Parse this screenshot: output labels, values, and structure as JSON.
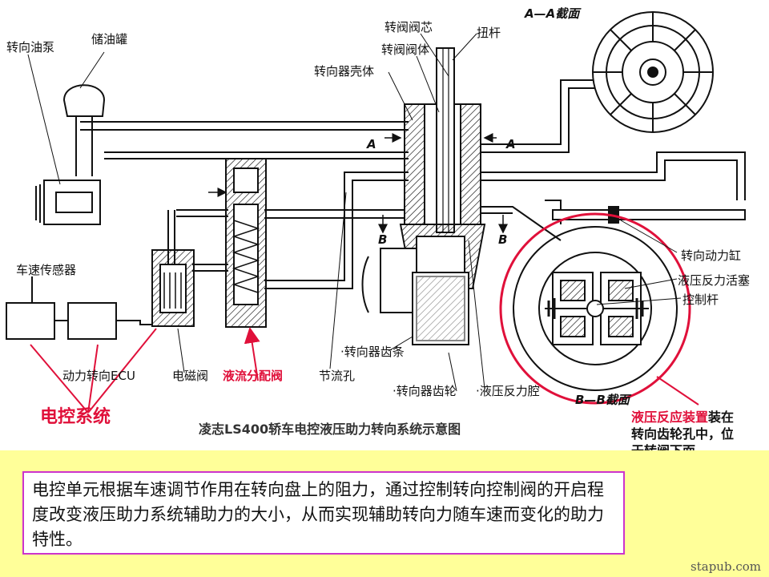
{
  "labels": {
    "steering_pump": "转向油泵",
    "reservoir": "储油罐",
    "valve_spool": "转阀阀芯",
    "valve_body": "转阀阀体",
    "torsion_bar": "扭杆",
    "steering_housing": "转向器壳体",
    "section_aa": "A—A截面",
    "speed_sensor": "车速传感器",
    "ecu": "动力转向ECU",
    "solenoid_valve": "电磁阀",
    "flow_divider": "液流分配阀",
    "orifice": "节流孔",
    "rack": "·转向器齿条",
    "pinion": "·转向器齿轮",
    "reaction_chamber": "·液压反力腔",
    "power_cylinder": "转向动力缸",
    "reaction_piston": "液压反力活塞",
    "control_rod": "控制杆",
    "section_bb": "B—B截面",
    "electronic_control": "电控系统",
    "figure_title": "凌志LS400轿车电控液压助力转向系统示意图",
    "arrow_a": "A",
    "arrow_b": "B"
  },
  "note": {
    "highlight": "液压反应装置",
    "line1_rest": "装在",
    "line2": "转向齿轮孔中，位",
    "line3": "于转阀下面"
  },
  "caption": "电控单元根据车速调节作用在转向盘上的阻力，通过控制转向控制阀的开启程度改变液压助力系统辅助力的大小，从而实现辅助转向力随车速而变化的助力特性。",
  "watermark": "stapub.com",
  "colors": {
    "accent_red": "#e0103a",
    "caption_border": "#cc33cc",
    "panel_bg": "#ffff99"
  }
}
